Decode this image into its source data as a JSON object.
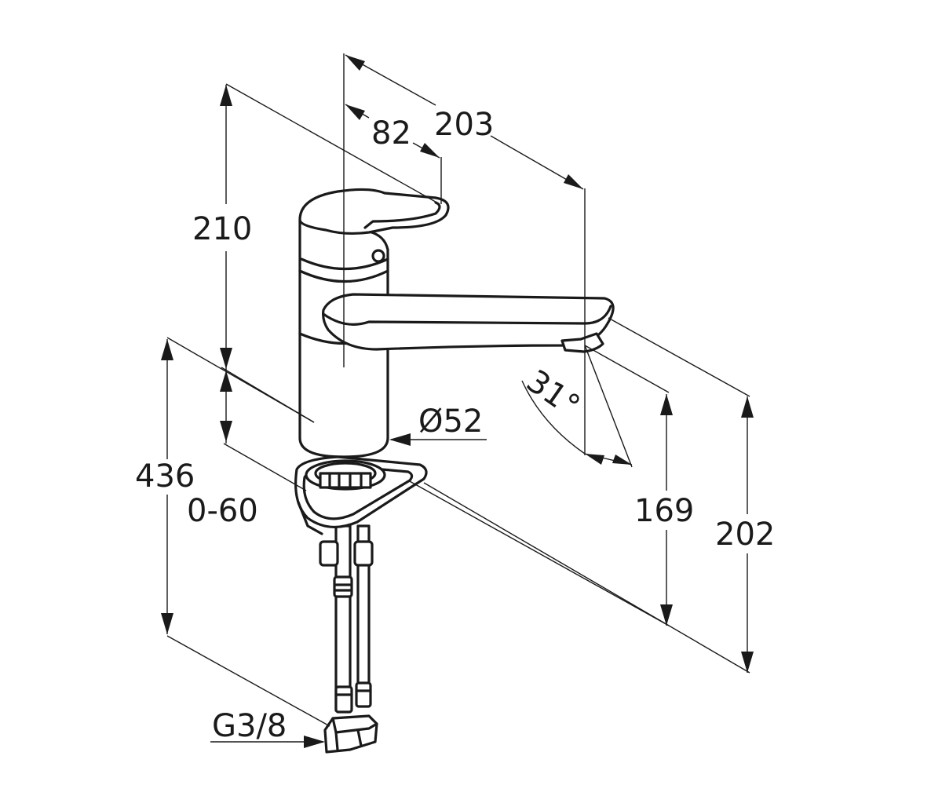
{
  "dimensions": {
    "d_203": "203",
    "d_82": "82",
    "d_210": "210",
    "d_436": "436",
    "d_0_60": "0-60",
    "d_52": "Ø52",
    "d_31": "31°",
    "d_169": "169",
    "d_202": "202",
    "d_g38": "G3/8"
  },
  "colors": {
    "line": "#1a1a1a",
    "background": "#ffffff"
  }
}
